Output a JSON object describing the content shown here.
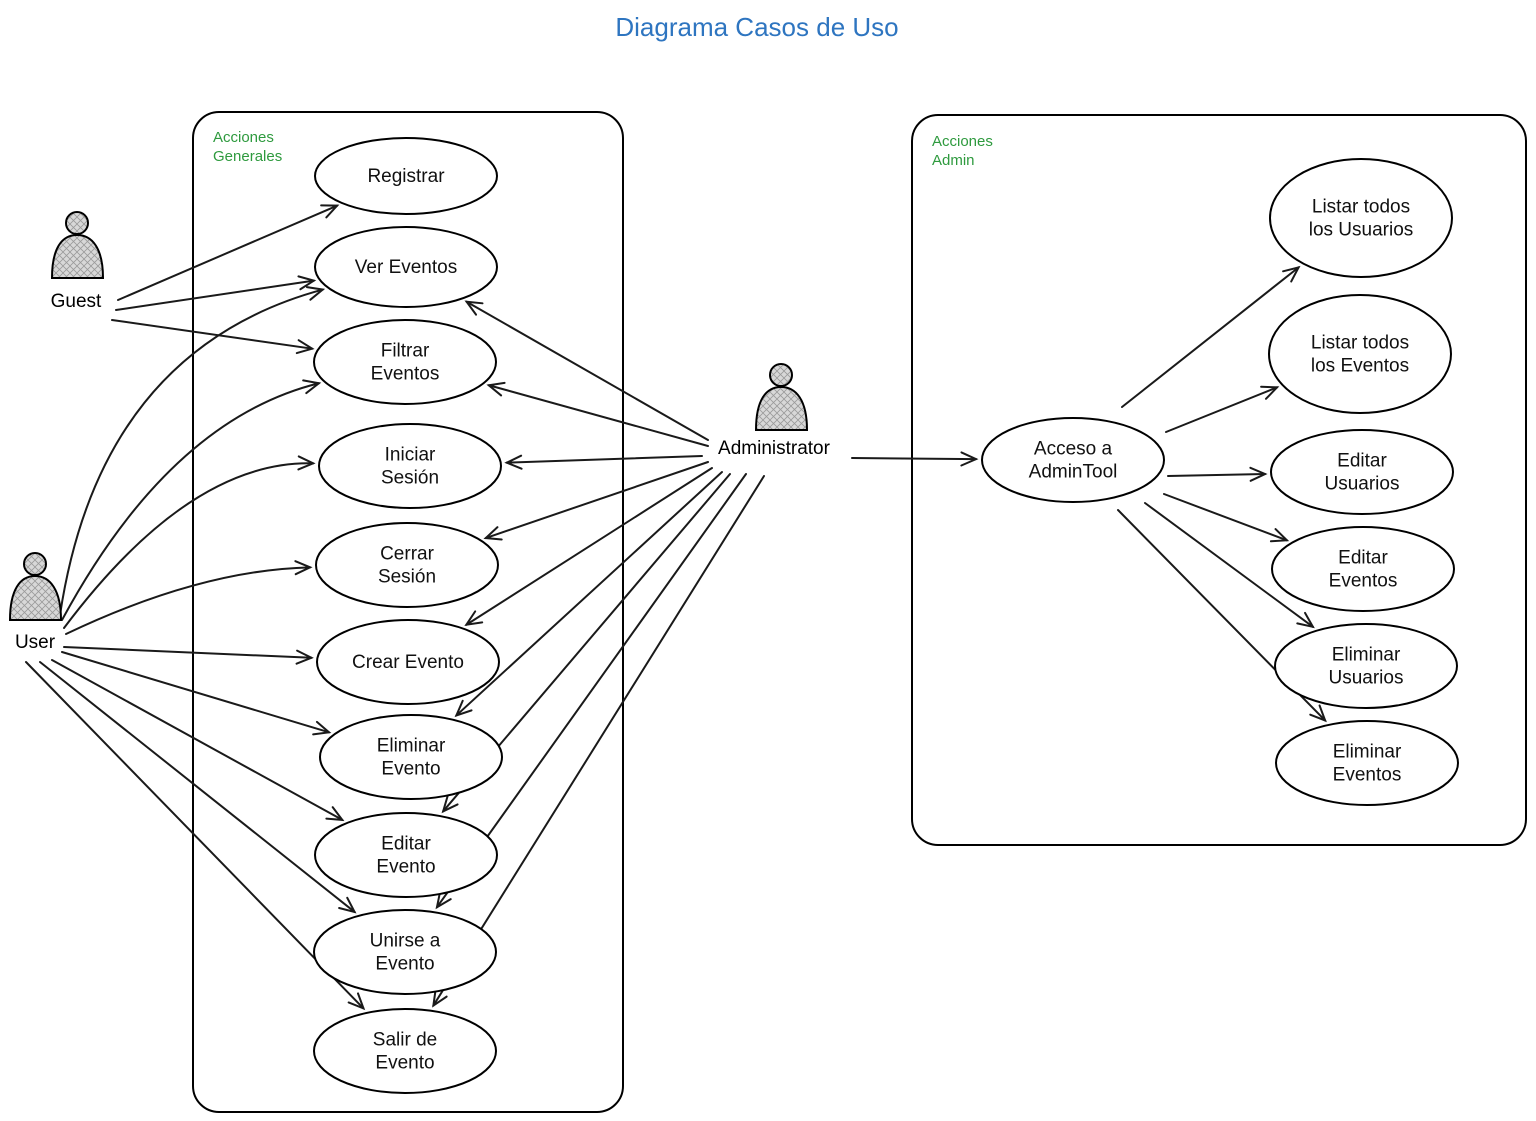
{
  "title": "Diagrama Casos de Uso",
  "colors": {
    "title": "#2e75c0",
    "boundary_label": "#2e9a3e",
    "line": "#1a1a1a",
    "actor_fill": "#d8d8d8"
  },
  "boundaries": {
    "general": [
      "Acciones",
      "Generales"
    ],
    "admin": [
      "Acciones",
      "Admin"
    ]
  },
  "actors": {
    "guest": "Guest",
    "user": "User",
    "admin": "Administrator"
  },
  "use_cases": {
    "registrar": [
      "Registrar"
    ],
    "ver_eventos": [
      "Ver Eventos"
    ],
    "filtrar_eventos": [
      "Filtrar",
      "Eventos"
    ],
    "iniciar_sesion": [
      "Iniciar",
      "Sesión"
    ],
    "cerrar_sesion": [
      "Cerrar",
      "Sesión"
    ],
    "crear_evento": [
      "Crear Evento"
    ],
    "eliminar_evento": [
      "Eliminar",
      "Evento"
    ],
    "editar_evento": [
      "Editar",
      "Evento"
    ],
    "unirse_evento": [
      "Unirse a",
      "Evento"
    ],
    "salir_evento": [
      "Salir de",
      "Evento"
    ],
    "acceso_admintool": [
      "Acceso a",
      "AdminTool"
    ],
    "listar_usuarios": [
      "Listar todos",
      "los Usuarios"
    ],
    "listar_eventos": [
      "Listar todos",
      "los Eventos"
    ],
    "editar_usuarios": [
      "Editar",
      "Usuarios"
    ],
    "editar_eventos": [
      "Editar",
      "Eventos"
    ],
    "eliminar_usuarios": [
      "Eliminar",
      "Usuarios"
    ],
    "eliminar_eventos": [
      "Eliminar",
      "Eventos"
    ]
  },
  "associations": [
    {
      "from": "guest",
      "to": "registrar"
    },
    {
      "from": "guest",
      "to": "ver_eventos"
    },
    {
      "from": "guest",
      "to": "filtrar_eventos"
    },
    {
      "from": "user",
      "to": "ver_eventos"
    },
    {
      "from": "user",
      "to": "filtrar_eventos"
    },
    {
      "from": "user",
      "to": "iniciar_sesion"
    },
    {
      "from": "user",
      "to": "cerrar_sesion"
    },
    {
      "from": "user",
      "to": "crear_evento"
    },
    {
      "from": "user",
      "to": "eliminar_evento"
    },
    {
      "from": "user",
      "to": "editar_evento"
    },
    {
      "from": "user",
      "to": "unirse_evento"
    },
    {
      "from": "user",
      "to": "salir_evento"
    },
    {
      "from": "admin",
      "to": "ver_eventos"
    },
    {
      "from": "admin",
      "to": "filtrar_eventos"
    },
    {
      "from": "admin",
      "to": "iniciar_sesion"
    },
    {
      "from": "admin",
      "to": "cerrar_sesion"
    },
    {
      "from": "admin",
      "to": "crear_evento"
    },
    {
      "from": "admin",
      "to": "eliminar_evento"
    },
    {
      "from": "admin",
      "to": "editar_evento"
    },
    {
      "from": "admin",
      "to": "unirse_evento"
    },
    {
      "from": "admin",
      "to": "salir_evento"
    },
    {
      "from": "admin",
      "to": "acceso_admintool"
    },
    {
      "from": "acceso_admintool",
      "to": "listar_usuarios"
    },
    {
      "from": "acceso_admintool",
      "to": "listar_eventos"
    },
    {
      "from": "acceso_admintool",
      "to": "editar_usuarios"
    },
    {
      "from": "acceso_admintool",
      "to": "editar_eventos"
    },
    {
      "from": "acceso_admintool",
      "to": "eliminar_usuarios"
    },
    {
      "from": "acceso_admintool",
      "to": "eliminar_eventos"
    }
  ]
}
